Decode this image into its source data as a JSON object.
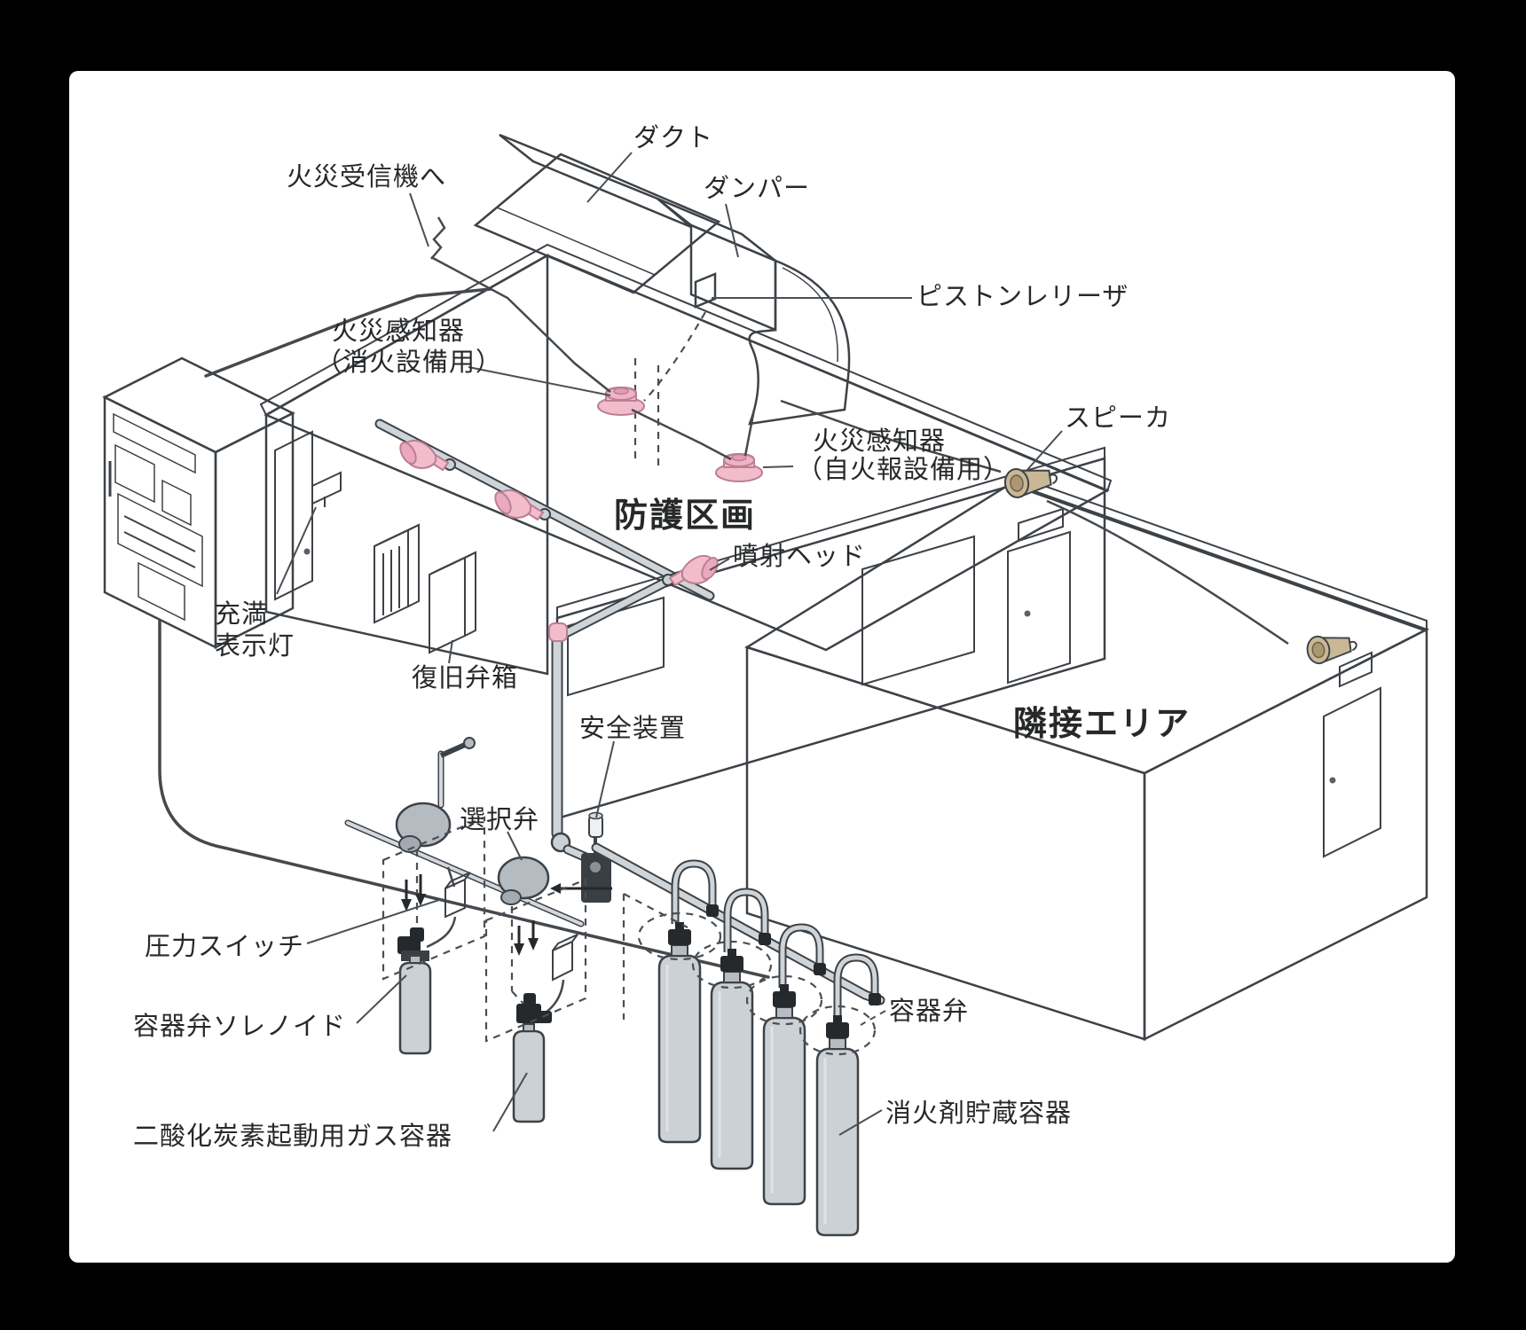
{
  "labels": {
    "duct": "ダクト",
    "to_fire_receiver": "火災受信機へ",
    "damper": "ダンパー",
    "piston_releaser": "ピストンレリーザ",
    "fire_detector_suppression_1": "火災感知器",
    "fire_detector_suppression_2": "（消火設備用）",
    "fire_detector_alarm_1": "火災感知器",
    "fire_detector_alarm_2": "（自火報設備用）",
    "speaker": "スピーカ",
    "protected_zone": "防護区画",
    "spray_head": "噴射ヘッド",
    "full_indicator_1": "充満",
    "full_indicator_2": "表示灯",
    "recovery_valve_box": "復旧弁箱",
    "safety_device": "安全装置",
    "selector_valve": "選択弁",
    "adjacent_area": "隣接エリア",
    "pressure_switch": "圧力スイッチ",
    "container_valve_solenoid": "容器弁ソレノイド",
    "co2_starter_gas_container": "二酸化炭素起動用ガス容器",
    "container_valve": "容器弁",
    "extinguishing_agent_storage_container": "消火剤貯蔵容器"
  },
  "colors": {
    "frame": "#000000",
    "canvas": "#ffffff",
    "ceiling_cream": "#f6e8c4",
    "wall_light": "#e9edf0",
    "wall_mid": "#dde2e6",
    "wall_shadow": "#d3d8dc",
    "outline": "#3d4247",
    "detector_pink": "#f3bccb",
    "detector_pink_dark": "#bb7f95",
    "duct_gray": "#e2e6e9",
    "damper_gray": "#b3bac0",
    "pipe_metal": "#ccd1d6",
    "valve_metal": "#b4bbc1",
    "container_valve_black": "#26292c",
    "speaker_tan": "#c9b795"
  }
}
